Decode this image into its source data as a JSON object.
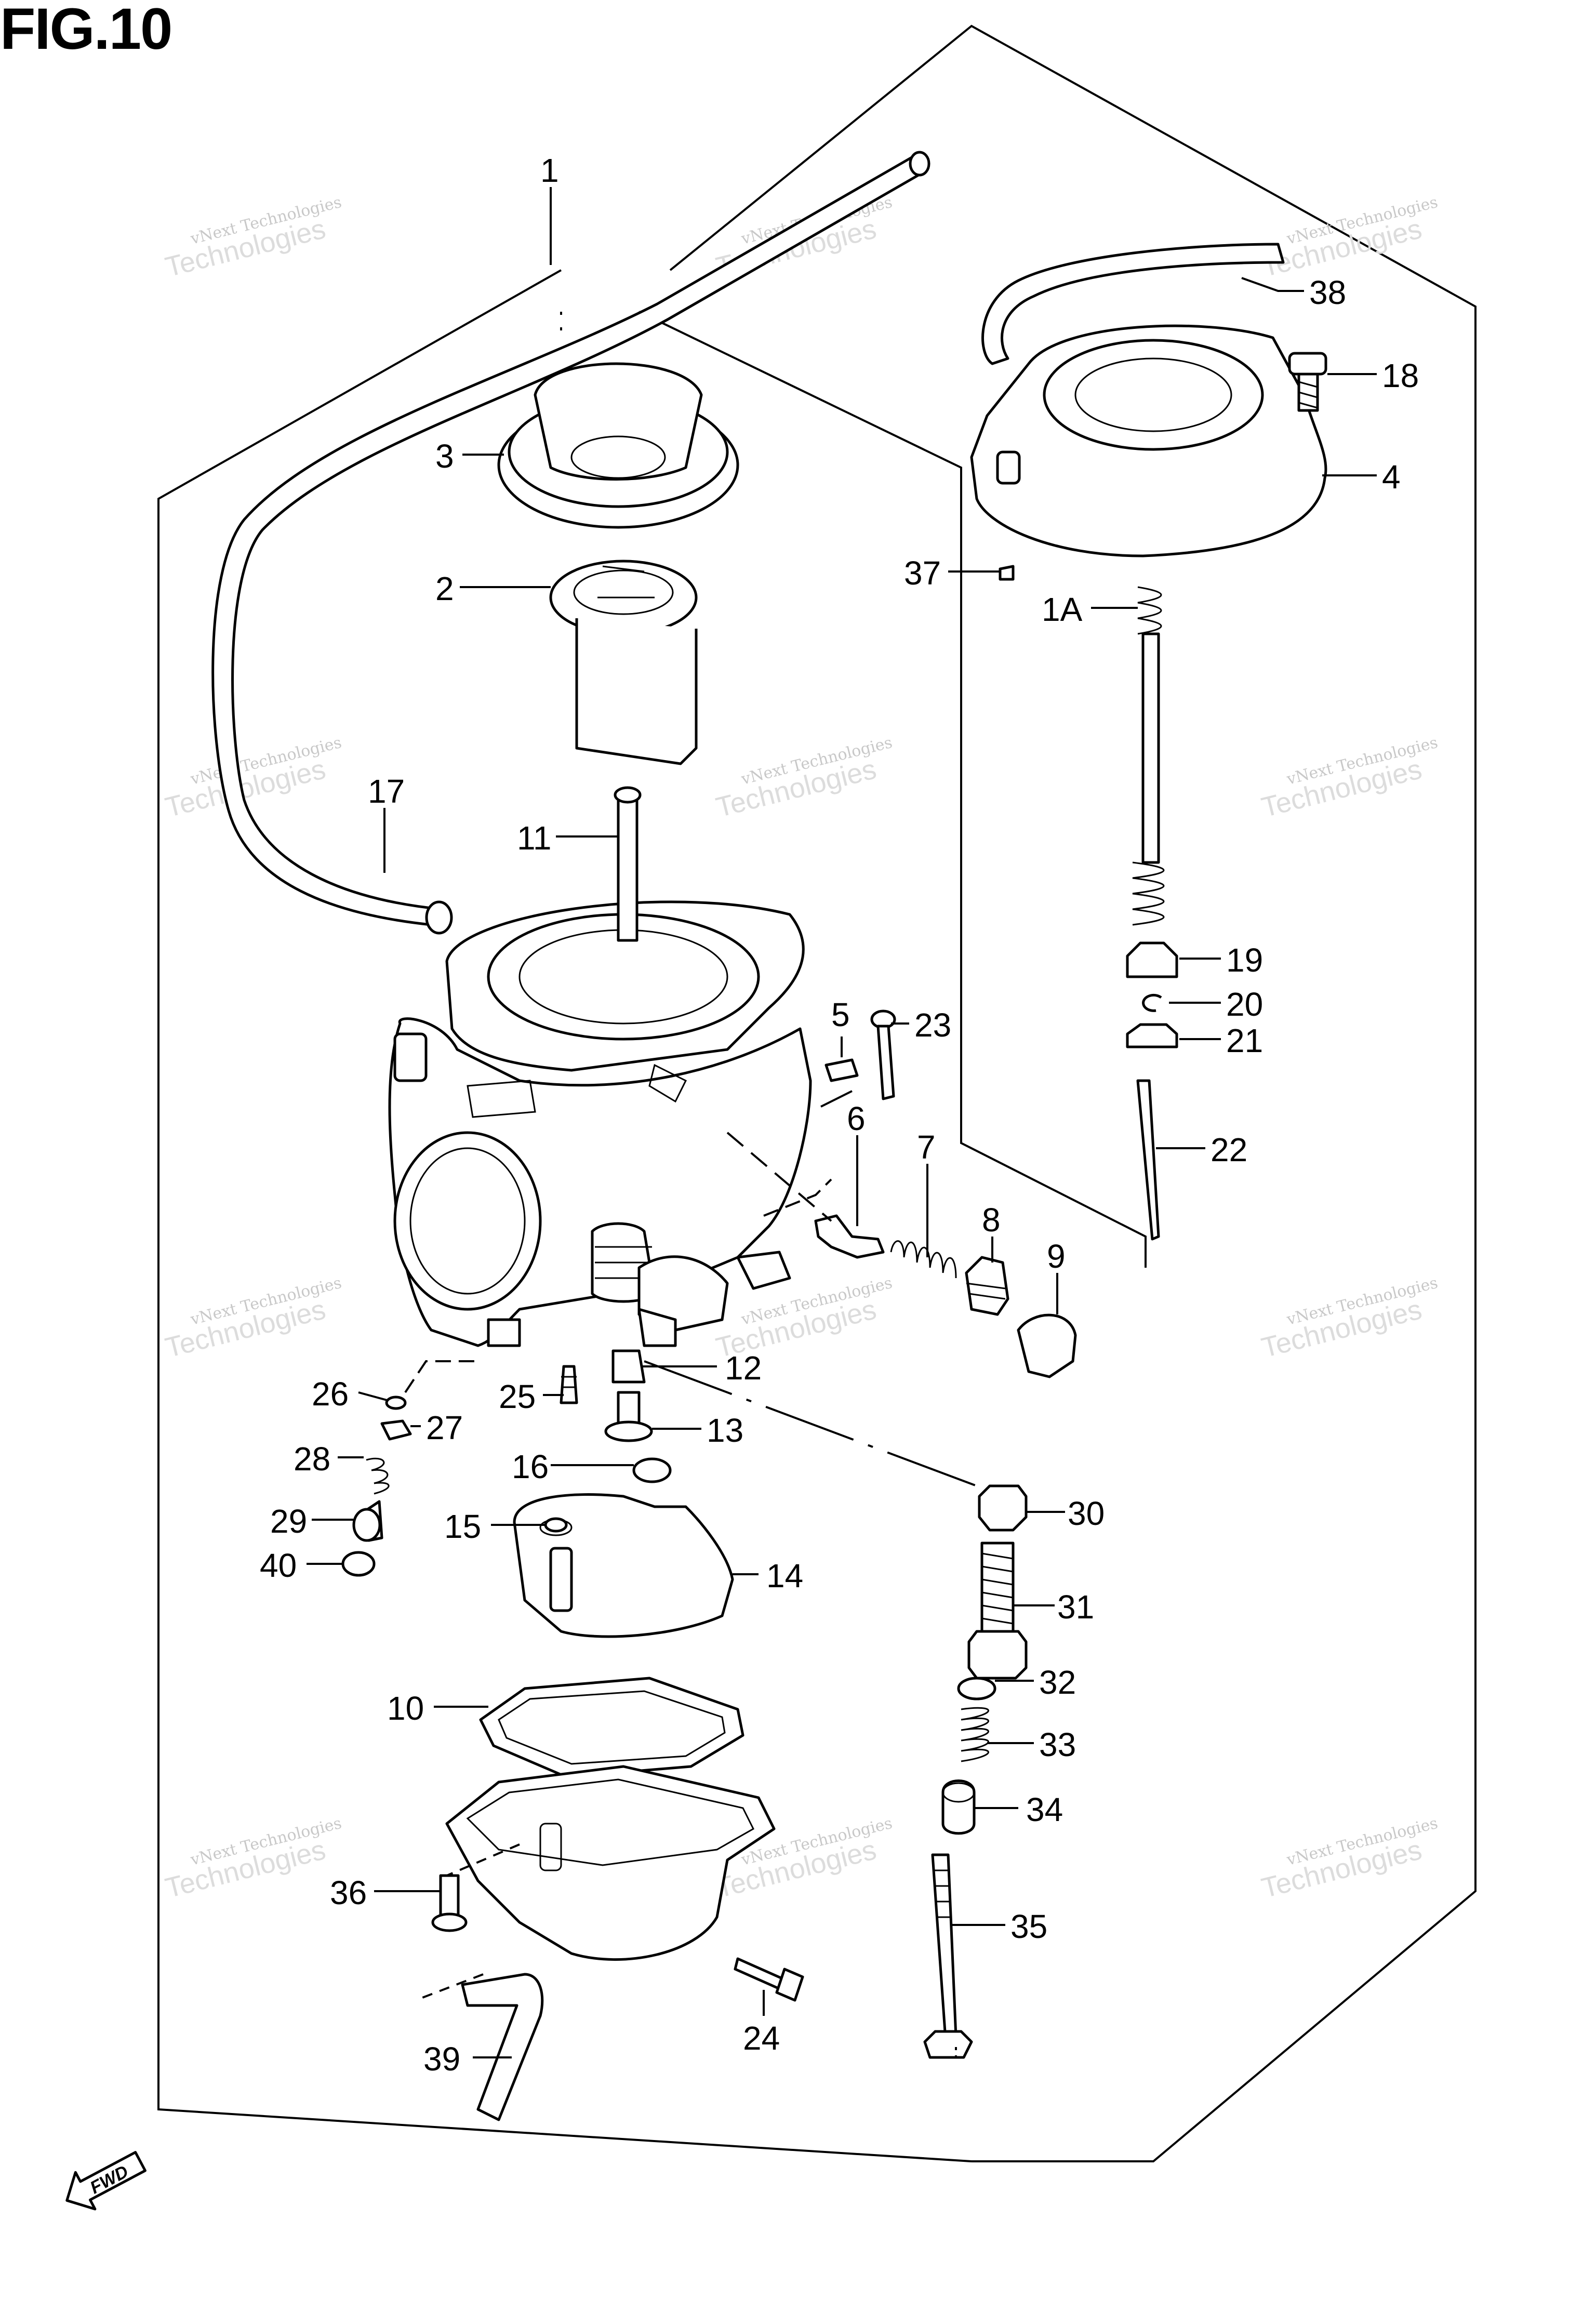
{
  "figure": {
    "title": "FIG.10"
  },
  "watermark": {
    "line1": "vNext Technologies",
    "line2": "Technologies"
  },
  "callouts": {
    "p1": "1",
    "p1a": "1A",
    "p2": "2",
    "p3": "3",
    "p4": "4",
    "p5": "5",
    "p6": "6",
    "p7": "7",
    "p8": "8",
    "p9": "9",
    "p10": "10",
    "p11": "11",
    "p12": "12",
    "p13": "13",
    "p14": "14",
    "p15": "15",
    "p16": "16",
    "p17": "17",
    "p18": "18",
    "p19": "19",
    "p20": "20",
    "p21": "21",
    "p22": "22",
    "p23": "23",
    "p24": "24",
    "p25": "25",
    "p26": "26",
    "p27": "27",
    "p28": "28",
    "p29": "29",
    "p30": "30",
    "p31": "31",
    "p32": "32",
    "p33": "33",
    "p34": "34",
    "p35": "35",
    "p36": "36",
    "p37": "37",
    "p38": "38",
    "p39": "39",
    "p40": "40"
  },
  "fwd_badge": "FWD"
}
